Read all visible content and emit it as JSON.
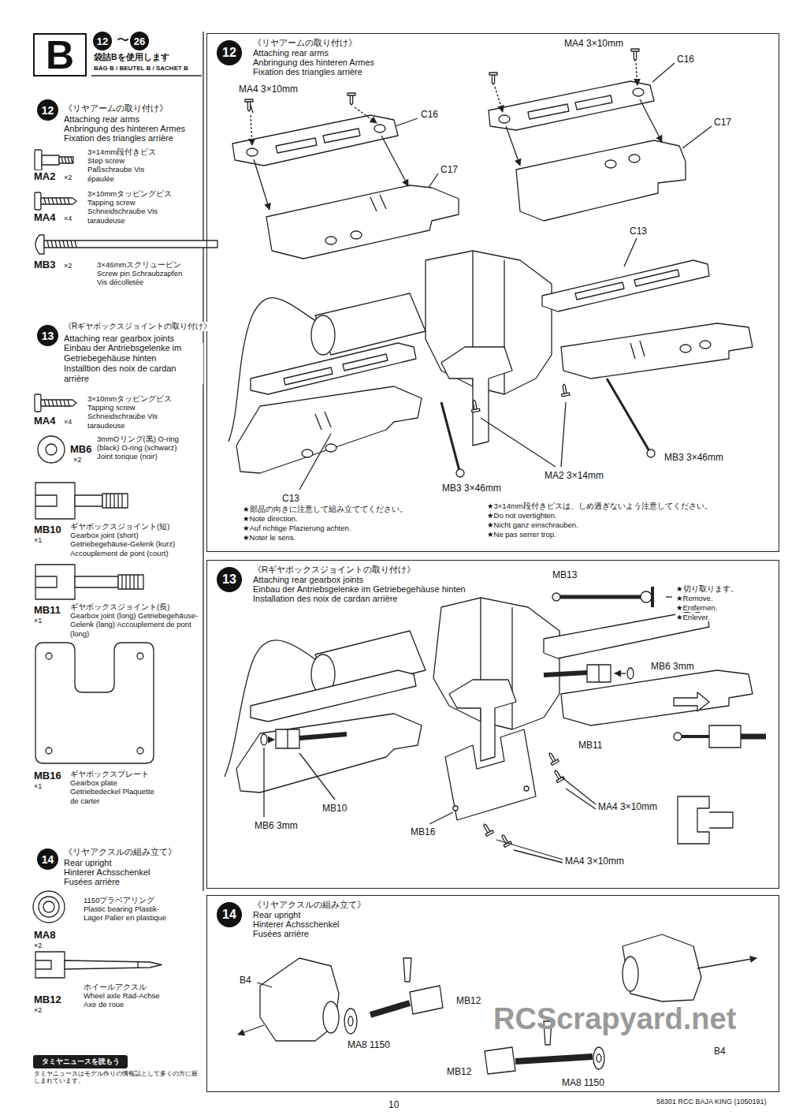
{
  "diagram": {
    "nodes": [
      {
        "text": [
          "B"
        ]
      },
      {
        "text": [
          "12"
        ]
      },
      {
        "text": [
          "26"
        ]
      },
      {
        "text": [
          "12"
        ]
      },
      {
        "text": [
          "13"
        ]
      },
      {
        "text": [
          "14"
        ]
      },
      {
        "text": [
          "タミヤニュースを読もう"
        ]
      },
      {
        "text": [
          "《リヤアームの取り付け》",
          "Attaching rear arms",
          "Anbringung des hinteren Armes",
          "Fixation des triangles arrière"
        ]
      },
      {
        "text": [
          "12"
        ],
        "in": 7
      },
      {
        "text": [
          "《Rギヤボックスジョイントの取り付け》",
          "Attaching rear gearbox joints",
          "Einbau der Antriebsgelenke im Getriebegehäuse hinten",
          "Installation des noix de cardan arrière"
        ]
      },
      {
        "text": [
          "13"
        ],
        "in": 9
      },
      {
        "text": [
          "《リヤアクスルの組み立て》",
          "Rear upright",
          "Hinterer Achsschenkel",
          "Fusées arrière"
        ]
      },
      {
        "text": [
          "14"
        ],
        "in": 11
      }
    ],
    "labels": [
      "〜",
      "袋詰Bを使用します",
      "BAG B / BEUTEL B / SACHET B",
      "《リヤアームの取り付け》",
      "Attaching rear arms",
      "Anbringung des hinteren Armes",
      "Fixation des triangles arrière",
      "3×14mm段付きビス Step screw Paßschraube Vis épaulée",
      "MA2",
      "×2",
      "3×10mmタッピングビス Tapping screw Schneidschraube Vis taraudeuse",
      "MA4",
      "×4",
      "MB3",
      "×2",
      "3×46mmスクリューピン Screw pin Schraubzapfen Vis décolletée",
      "《Rギヤボックスジョイントの取り付け》",
      "Attaching rear gearbox joints",
      "Einbau der Antriebsgelenke im Getriebegehäuse hinten",
      "Installtion des noix de cardan arrière",
      "3×10mmタッピングビス Tapping screw Schneidschraube Vis taraudeuse",
      "MA4",
      "×4",
      "3mmOリング(黒) O-ring (black) O-ring (schwarz) Joint torique (noir)",
      "MB6",
      "×2",
      "ギヤボックスジョイント(短) Gearbox joint (short) Getriebegehäuse-Gelenk (kurz) Accouplement de pont (court)",
      "MB10",
      "×1",
      "ギヤボックスジョイント(長) Gearbox joint (long) Getriebegehäuse-Gelenk (lang) Accouplement de pont (long)",
      "MB11",
      "×1",
      "ギヤボックスプレート Gearbox plate Getriebedeckel Plaquette de carter",
      "MB16",
      "×1",
      "《リヤアクスルの組み立て》",
      "Rear upright",
      "Hinterer Achsschenkel",
      "Fusées arrière",
      "1150プラベアリング Plastic bearing Plastik-Lager Palier en plastique",
      "MA8",
      "×2",
      "ホイールアクスル Wheel axle Rad-Achse Axe de roue",
      "MB12",
      "×2",
      "タミヤニュースはモデル作りの情報誌として多くの方に親しまれています。",
      "MA4 3×10mm",
      "C16",
      "C17",
      "MA4 3×10mm",
      "C16",
      "C17",
      "C13",
      "MB3 3×46mm",
      "MA2 3×14mm",
      "MB3 3×46mm",
      "C13",
      "★部品の向きに注意して組み立ててください。",
      "★Note direction.",
      "★Auf richtige Plazierung achten.",
      "★Noter le sens.",
      "★3×14mm段付きビスは、しめ過ぎないよう注意してください。",
      "★Do not overtighten.",
      "★Nicht ganz einschrauben.",
      "★Ne pas serrer trop.",
      "MB13",
      "★切り取ります。",
      "★Remove.",
      "★Entfernen.",
      "★Enlever.",
      "MB6 3mm",
      "MB11",
      "MA4 3×10mm",
      "MB6 3mm",
      "MB10",
      "MB16",
      "MA4 3×10mm",
      "B4",
      "MB12",
      "MA8 1150",
      "B4",
      "MB12",
      "MA8 1150",
      "10",
      "58301 RCC BAJA KING (1050191)",
      "RCScrapyard.net"
    ]
  }
}
